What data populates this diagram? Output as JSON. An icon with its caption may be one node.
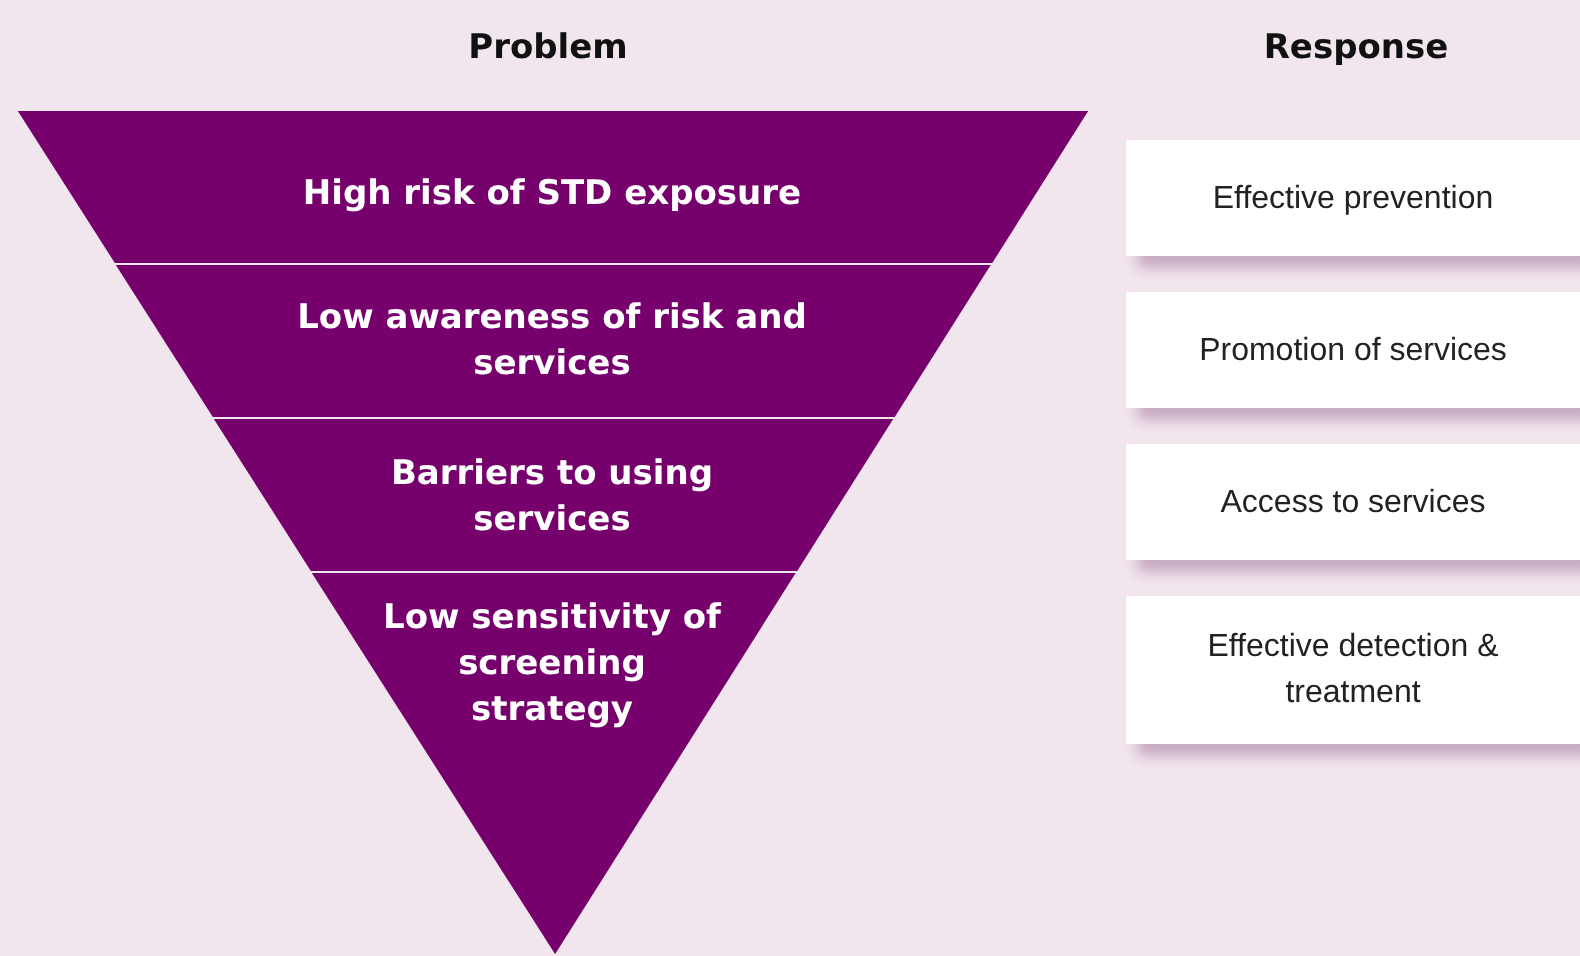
{
  "diagram": {
    "nodes": [
      {
        "text": [
          "High risk of STD exposure"
        ]
      },
      {
        "text": [
          "Low awareness of risk and services"
        ]
      },
      {
        "text": [
          "Barriers to using services"
        ]
      },
      {
        "text": [
          "Low sensitivity of screening strategy"
        ]
      },
      {
        "text": [
          "Effective prevention"
        ]
      },
      {
        "text": [
          "Promotion of services"
        ]
      },
      {
        "text": [
          "Access to services"
        ]
      },
      {
        "text": [
          "Effective detection & treatment"
        ]
      }
    ],
    "labels": [
      "Problem",
      "Response"
    ]
  }
}
